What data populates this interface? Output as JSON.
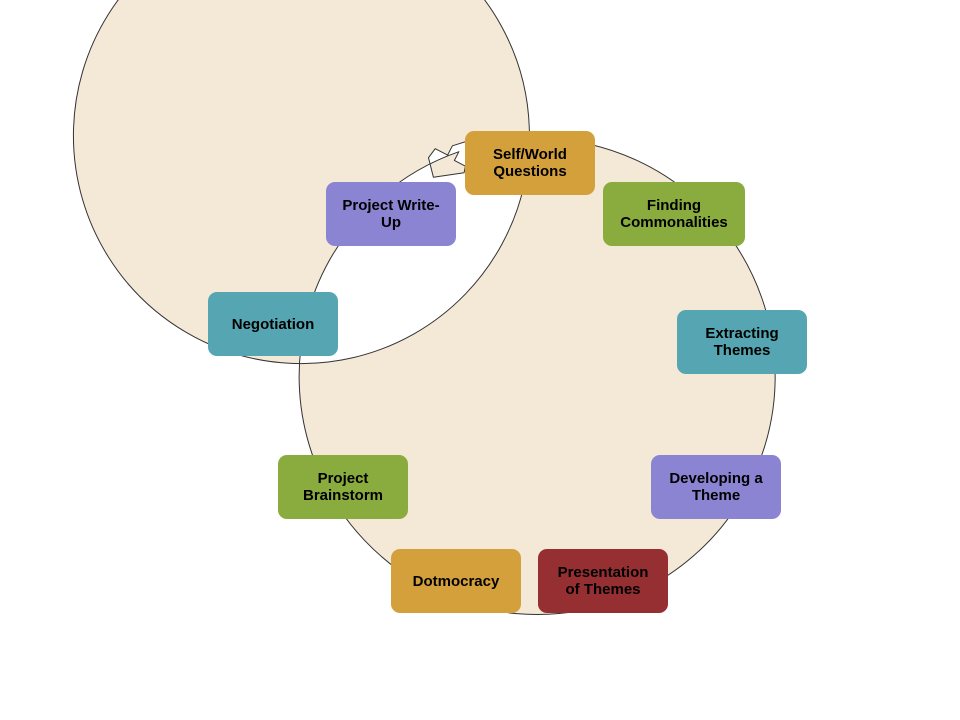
{
  "diagram": {
    "type": "cycle",
    "ring_fill": "#f3e9d6",
    "ring_stroke": "#333333",
    "nodes": [
      {
        "label": "Self/World\nQuestions",
        "color": "#d4a03c"
      },
      {
        "label": "Finding\nCommonalities",
        "color": "#8aab3e"
      },
      {
        "label": "Extracting\nThemes",
        "color": "#55a6b2"
      },
      {
        "label": "Developing a\nTheme",
        "color": "#8b84d2"
      },
      {
        "label": "Presentation\nof Themes",
        "color": "#952f32"
      },
      {
        "label": "Dotmocracy",
        "color": "#d4a03c"
      },
      {
        "label": "Project\nBrainstorm",
        "color": "#8aab3e"
      },
      {
        "label": "Negotiation",
        "color": "#55a6b2"
      },
      {
        "label": "Project Write-\nUp",
        "color": "#8b84d2"
      }
    ]
  }
}
